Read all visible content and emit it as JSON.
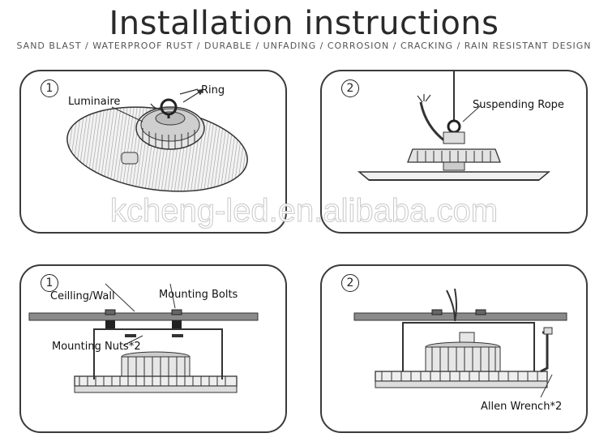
{
  "header": {
    "title": "Installation instructions",
    "subtitle": "SAND BLAST / WATERPROOF RUST / DURABLE / UNFADING / CORROSION / CRACKING / RAIN RESISTANT DESIGN"
  },
  "watermark": "kcheng-led.en.alibaba.com",
  "panels": {
    "top_left": {
      "step": "1",
      "luminaire": "Luminaire",
      "ring": "Ring"
    },
    "top_right": {
      "step": "2",
      "rope": "Suspending Rope"
    },
    "bottom_left": {
      "step": "1",
      "ceiling": "Ceilling/Wall",
      "bolts": "Mounting Bolts",
      "nuts": "Mounting Nuts*2"
    },
    "bottom_right": {
      "step": "2",
      "wrench": "Allen Wrench*2"
    }
  },
  "colors": {
    "line": "#333333",
    "panel_border": "#3a3a3a",
    "ceiling_fill": "#8a8a8a"
  }
}
